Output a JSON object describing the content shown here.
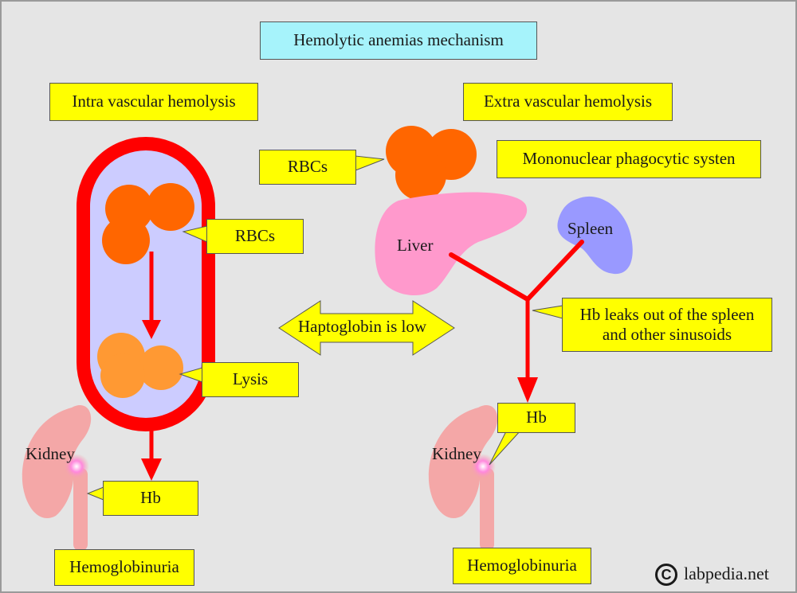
{
  "title": "Hemolytic anemias mechanism",
  "intravascular": {
    "heading": "Intra vascular hemolysis",
    "rbcs_label": "RBCs",
    "lysis_label": "Lysis",
    "kidney_label": "Kidney",
    "hb_label": "Hb",
    "outcome": "Hemoglobinuria"
  },
  "center": {
    "haptoglobin": "Haptoglobin is low"
  },
  "extravascular": {
    "heading": "Extra vascular hemolysis",
    "rbcs_label": "RBCs",
    "system_label": "Mononuclear phagocytic systen",
    "liver_label": "Liver",
    "spleen_label": "Spleen",
    "leak_note_line1": "Hb leaks out of the spleen",
    "leak_note_line2": "and other sinusoids",
    "hb_label": "Hb",
    "kidney_label": "Kidney",
    "outcome": "Hemoglobinuria"
  },
  "watermark": {
    "symbol": "C",
    "text": "labpedia.net"
  },
  "colors": {
    "background": "#e5e5e5",
    "label_fill": "#ffff00",
    "title_fill": "#a6f3fb",
    "vessel_wall": "#ff0000",
    "vessel_lumen": "#ccccff",
    "rbc": "#ff6600",
    "lysed_rbc": "#ff9933",
    "liver": "#ff99cc",
    "spleen": "#9999ff",
    "kidney": "#f4a7a7"
  }
}
